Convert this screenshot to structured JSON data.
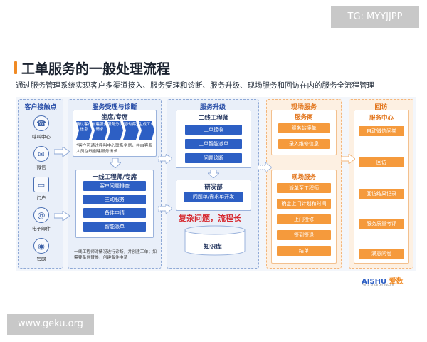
{
  "watermarks": {
    "top": "TG: MYYJJPP",
    "bottom": "www.geku.org"
  },
  "title": "工单服务的一般处理流程",
  "subtitle": "通过服务管理系统实现客户多渠道接入、服务受理和诊断、服务升级、现场服务和回访在内的服务全流程管理",
  "columns": {
    "touchpoints": {
      "head": "客户接触点",
      "channels": [
        {
          "label": "呼叫中心",
          "icon": "headset-icon"
        },
        {
          "label": "微信",
          "icon": "wechat-icon"
        },
        {
          "label": "门户",
          "icon": "portal-icon"
        },
        {
          "label": "电子邮件",
          "icon": "mail-icon"
        },
        {
          "label": "官网",
          "icon": "website-icon"
        }
      ]
    },
    "accept": {
      "head": "服务受理与诊断",
      "seat_panel": {
        "title": "坐席/专席",
        "steps": [
          "确认客户信息",
          "创建服务请求",
          "服务分析",
          "提出解决",
          "生成工单"
        ],
        "note": "*客户可通过呼叫中心联系坐席，并由客服人员在线创建服务请求"
      },
      "engineer_panel": {
        "title": "一线工程师/专席",
        "items": [
          "客户问题排查",
          "主动服务",
          "备件申请",
          "智能派单"
        ]
      },
      "bottom_note": "一线工程师对情况进行诊断，并创建工单；如需要备件替换，创建备件申请"
    },
    "escalation": {
      "head": "服务升级",
      "l2_panel": {
        "title": "二线工程师",
        "items": [
          "工单接收",
          "工单智能派单",
          "问题诊断"
        ]
      },
      "rd_panel": {
        "title": "研发部",
        "items": [
          "问题单/需求单开发"
        ],
        "highlight": "复杂问题，流程长"
      },
      "knowledge_base": "知识库"
    },
    "onsite": {
      "head": "现场服务",
      "provider_panel": {
        "title": "服务商",
        "items": [
          "服务站接单",
          "录入维修信息"
        ]
      },
      "onsite_panel": {
        "title": "现场服务",
        "items": [
          "派单至工程师",
          "确定上门计划和时间",
          "上门检修",
          "签到签退",
          "结单"
        ]
      }
    },
    "revisit": {
      "head": "回访",
      "center_panel": {
        "title": "服务中心",
        "items": [
          "自动微信问卷",
          "回访",
          "回访结果记录",
          "服务质量考评",
          "满意问卷"
        ]
      }
    }
  },
  "logo": {
    "main": "AISHU",
    "accent": "爱数",
    "tagline": "For a smarter future"
  },
  "colors": {
    "accent_orange": "#f08a24",
    "chip_blue": "#2d5fc4",
    "chip_orange": "#f59a3c",
    "highlight_red": "#d6282f"
  }
}
